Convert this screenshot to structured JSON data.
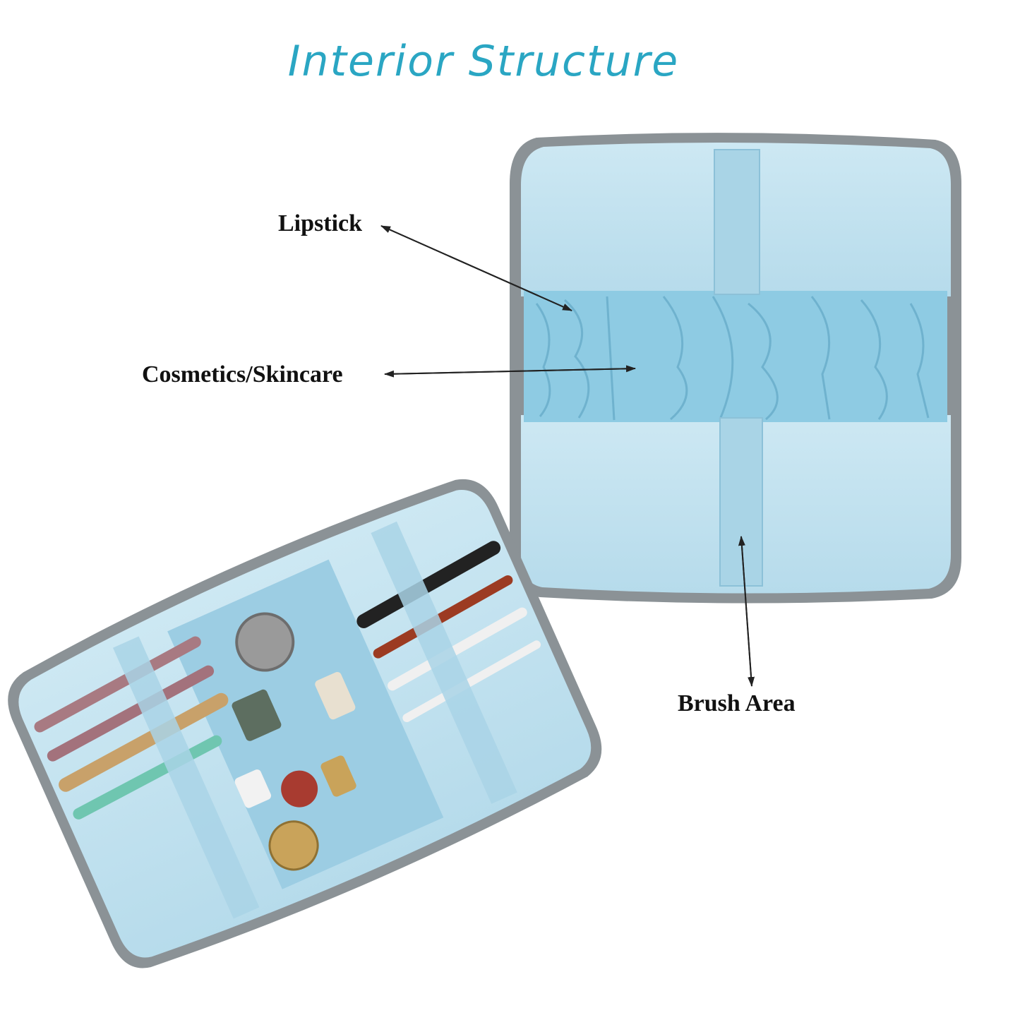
{
  "title": "Interior Structure",
  "labels": {
    "lipstick": "Lipstick",
    "cosmetics": "Cosmetics/Skincare",
    "brush": "Brush Area"
  },
  "colors": {
    "title": "#2aa6c3",
    "lining": "#bfe0ee",
    "lining_dark": "#9ccde3",
    "rim": "#8b9296",
    "arrow": "#222222"
  }
}
